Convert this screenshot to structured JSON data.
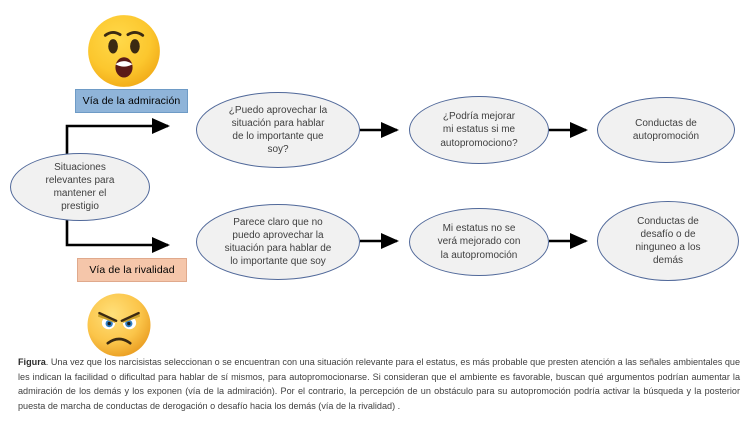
{
  "diagram": {
    "title_hidden": "",
    "paths": {
      "admiration": {
        "label": "Vía de la admiración",
        "color": "#8fb4d9",
        "emoji_name": "astonished-face-emoji"
      },
      "rivalidad": {
        "label": "Vía de la  rivalidad",
        "color": "#f5c6aa",
        "emoji_name": "angry-face-emoji"
      }
    },
    "source_node": {
      "lines": [
        "Situaciones",
        "relevantes para",
        "mantener el",
        "prestigio"
      ]
    },
    "row_admiration": [
      {
        "lines": [
          "¿Puedo aprovechar la",
          "situación para hablar",
          "de lo importante que",
          "soy?"
        ]
      },
      {
        "lines": [
          "¿Podría mejorar",
          "mi estatus si me",
          "autopromociono?"
        ]
      },
      {
        "lines": [
          "Conductas de",
          "autopromoción"
        ]
      }
    ],
    "row_rivalidad": [
      {
        "lines": [
          "Parece claro que no",
          "puedo aprovechar la",
          "situación para hablar de",
          "lo importante que soy"
        ]
      },
      {
        "lines": [
          "Mi estatus no se",
          "verá mejorado con",
          "la autopromoción"
        ]
      },
      {
        "lines": [
          "Conductas de",
          "desafío o de",
          "ninguneo a los",
          "demás"
        ]
      }
    ],
    "colors": {
      "ellipse_fill": "#f1f1f1",
      "ellipse_stroke": "#51699a",
      "arrow": "#000000",
      "text": "#3f3f3f"
    }
  },
  "caption": {
    "label": "Figura",
    "text": ". Una vez que los narcisistas seleccionan o se encuentran con una situación relevante para el estatus, es más probable que presten atención a las señales ambientales que les indican la facilidad o dificultad para hablar de sí mismos, para autopromocionarse. Si consideran que el ambiente  es favorable,  buscan qué argumentos podrían aumentar la admiración de los demás  y los exponen (vía de la admiración). Por el contrario, la percepción de un obstáculo para su autopromoción podría activar la búsqueda y la posterior puesta de marcha de conductas de derogación o desafío hacia los demás (vía de la rivalidad) ."
  }
}
